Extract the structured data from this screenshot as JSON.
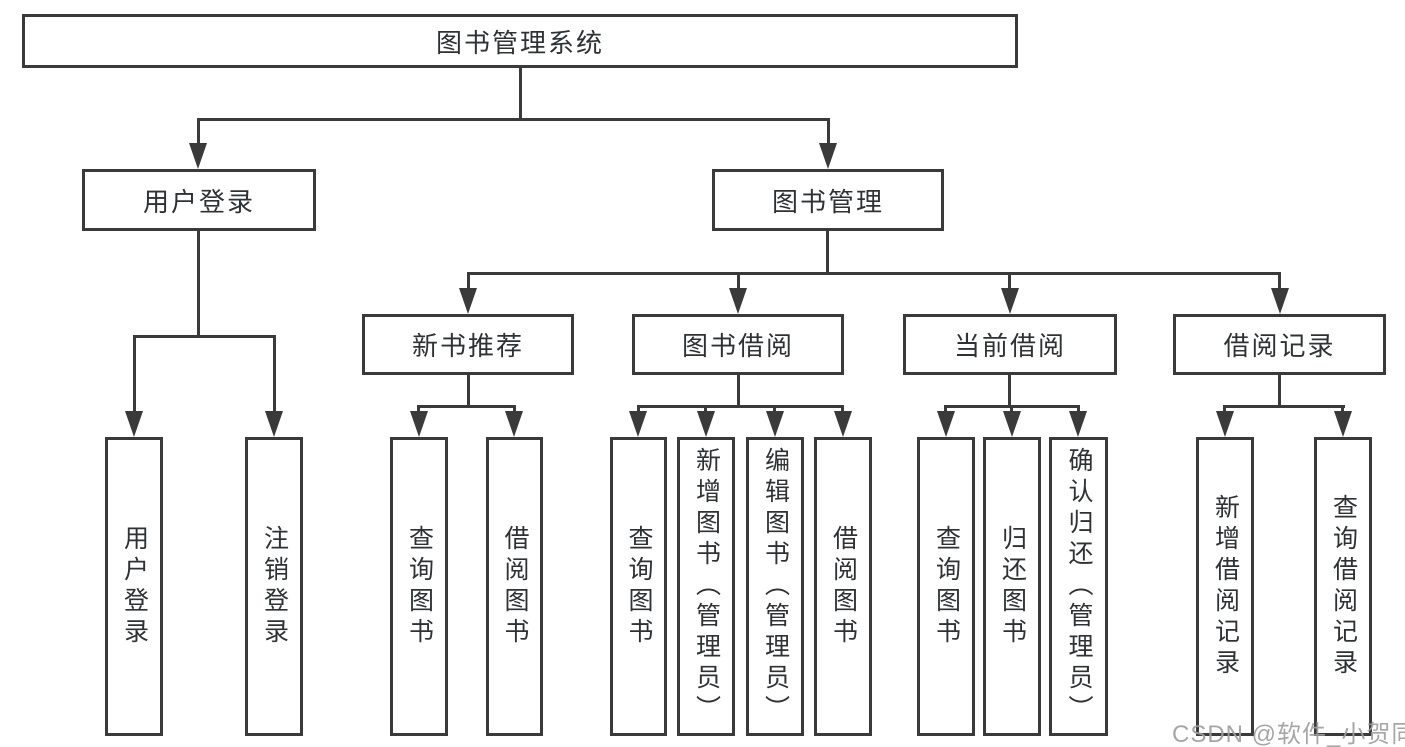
{
  "nodes": {
    "root": {
      "label": "图书管理系统"
    },
    "user_login": {
      "label": "用户登录"
    },
    "book_mgmt": {
      "label": "图书管理"
    },
    "new_books": {
      "label": "新书推荐"
    },
    "borrow": {
      "label": "图书借阅"
    },
    "current": {
      "label": "当前借阅"
    },
    "records": {
      "label": "借阅记录"
    },
    "ul1": {
      "label": "用户登录"
    },
    "ul2": {
      "label": "注销登录"
    },
    "nb1": {
      "label": "查询图书"
    },
    "nb2": {
      "label": "借阅图书"
    },
    "br1": {
      "label": "查询图书"
    },
    "br2": {
      "label": "新增图书（管理员）"
    },
    "br3": {
      "label": "编辑图书（管理员）"
    },
    "br4": {
      "label": "借阅图书"
    },
    "cu1": {
      "label": "查询图书"
    },
    "cu2": {
      "label": "归还图书"
    },
    "cu3": {
      "label": "确认归还（管理员）"
    },
    "rc1": {
      "label": "新增借阅记录"
    },
    "rc2": {
      "label": "查询借阅记录"
    }
  },
  "watermark": {
    "text": "CSDN @软件_小贺同学"
  },
  "colors": {
    "line": "#3a3a3a",
    "text": "#2e3235",
    "watermark": "#9e9e9e",
    "background": "#ffffff"
  }
}
